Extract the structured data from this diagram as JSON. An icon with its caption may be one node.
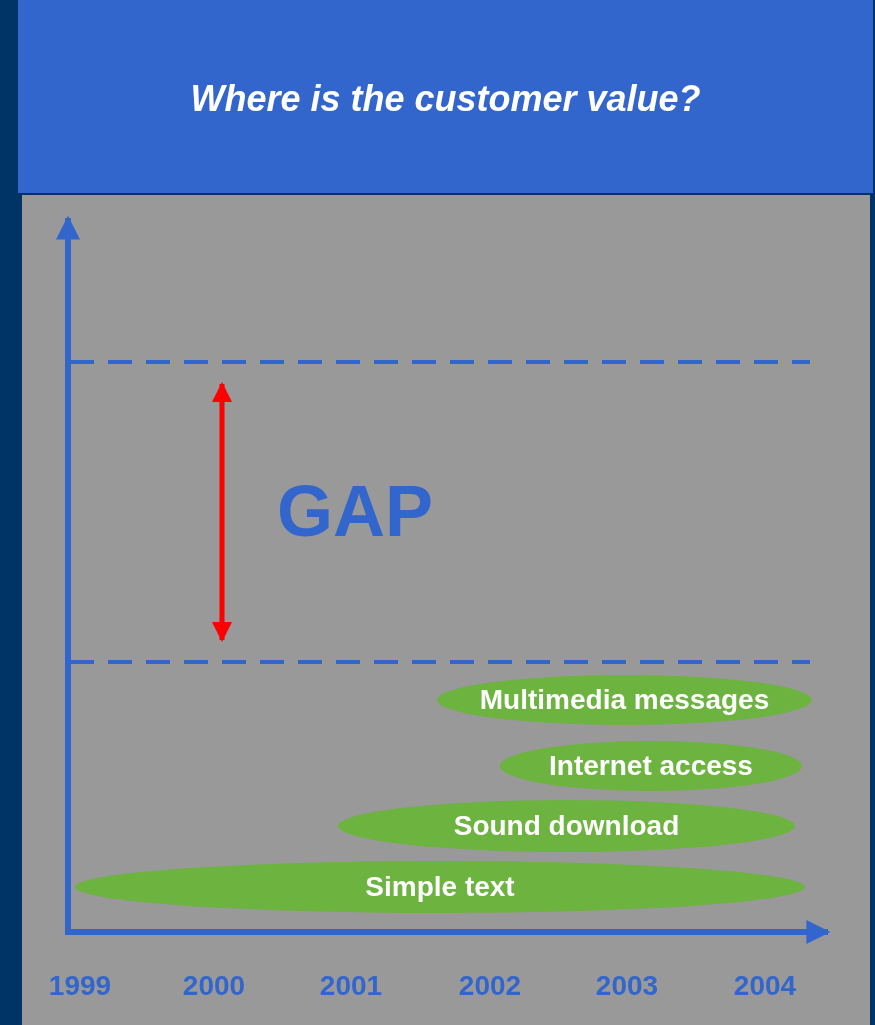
{
  "diagram": {
    "title": "Where is the customer value?",
    "nodes": [
      {
        "text": [
          "Multimedia messages"
        ]
      },
      {
        "text": [
          "Internet access"
        ]
      },
      {
        "text": [
          "Sound download"
        ]
      },
      {
        "text": [
          "Simple text"
        ]
      }
    ],
    "labels": [
      "GAP",
      "1999",
      "2000",
      "2001",
      "2002",
      "2003",
      "2004"
    ]
  }
}
